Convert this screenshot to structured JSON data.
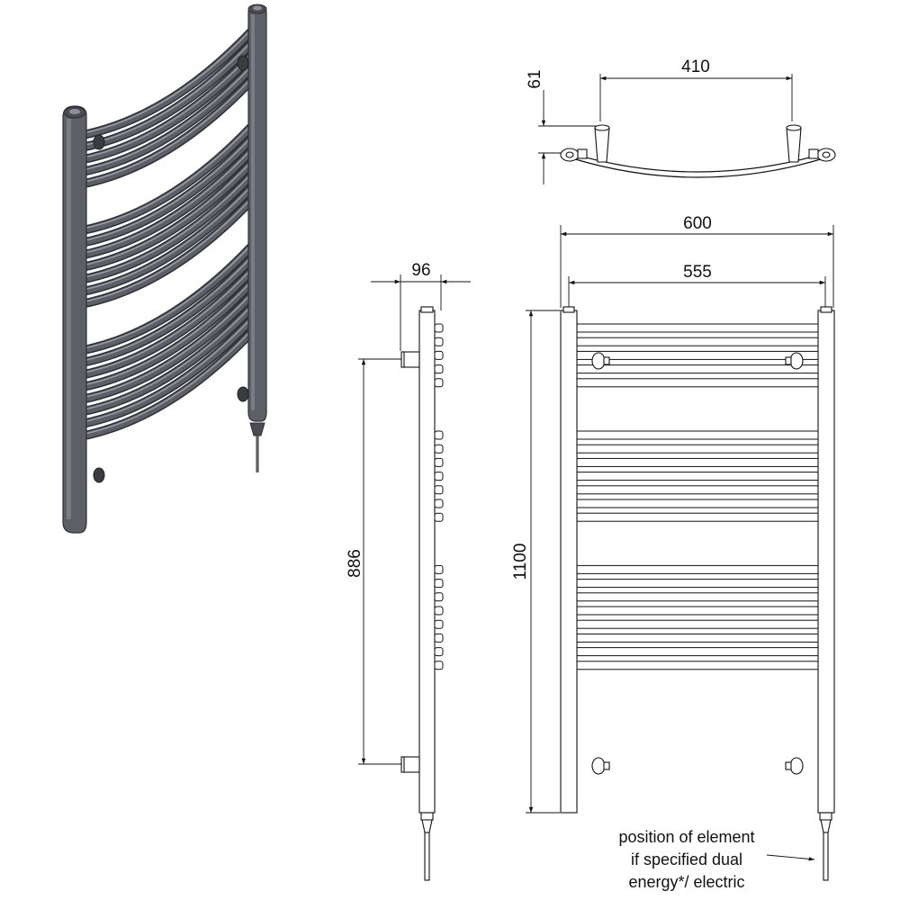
{
  "dimensions": {
    "top_span": "410",
    "top_depth": "61",
    "overall_width": "600",
    "bar_width": "555",
    "side_depth": "96",
    "pipe_centres": "886",
    "overall_height": "1100"
  },
  "note": {
    "line1": "position of element",
    "line2": "if specified dual",
    "line3": "energy*/ electric"
  },
  "colors": {
    "rail_fill": "#5d5f66",
    "rail_dark": "#2e3036",
    "rail_highlight": "#8c8f97",
    "line": "#111111"
  },
  "views": [
    "perspective-render",
    "top-view",
    "side-view",
    "front-view"
  ]
}
